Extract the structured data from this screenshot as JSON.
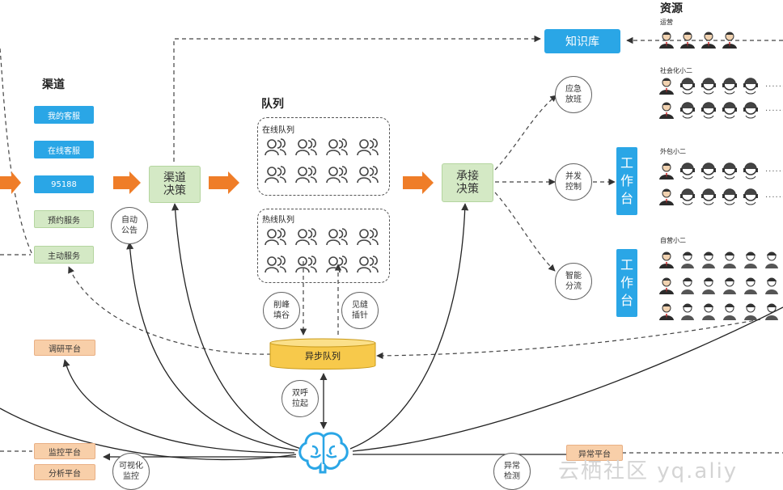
{
  "sections": {
    "channel": "渠道",
    "queue": "队列",
    "resource": "资源"
  },
  "channels": [
    "我的客服",
    "在线客服",
    "95188",
    "预约服务",
    "主动服务"
  ],
  "decisions": {
    "channel_decision": "渠道\n决策",
    "accept_decision": "承接\n决策"
  },
  "queues": {
    "online": "在线队列",
    "hotline": "热线队列",
    "async": "异步队列"
  },
  "circles": {
    "auto_notice": "自动\n公告",
    "peak_shaving": "削峰\n填谷",
    "seam_insert": "见缝\n插针",
    "double_call": "双呼\n拉起",
    "emergency": "应急\n放班",
    "concurrency": "并发\n控制",
    "smart_routing": "智能\n分流",
    "visual_monitor": "可视化\n监控",
    "anomaly_detect": "异常\n检测"
  },
  "knowledge_base": "知识库",
  "workbench": [
    "工",
    "作",
    "台"
  ],
  "platforms": {
    "research": "调研平台",
    "monitor": "监控平台",
    "analysis": "分析平台",
    "anomaly": "异常平台"
  },
  "resource_groups": {
    "ops": "运营",
    "social": "社会化小二",
    "outsourced": "外包小二",
    "inhouse": "自营小二"
  },
  "ellipsis": "......",
  "watermark": "云栖社区 yq.aliy",
  "colors": {
    "blue": "#2aa6e6",
    "green": "#d4e9c5",
    "orange": "#f8cfa9",
    "arrow_orange": "#ef7d28"
  }
}
